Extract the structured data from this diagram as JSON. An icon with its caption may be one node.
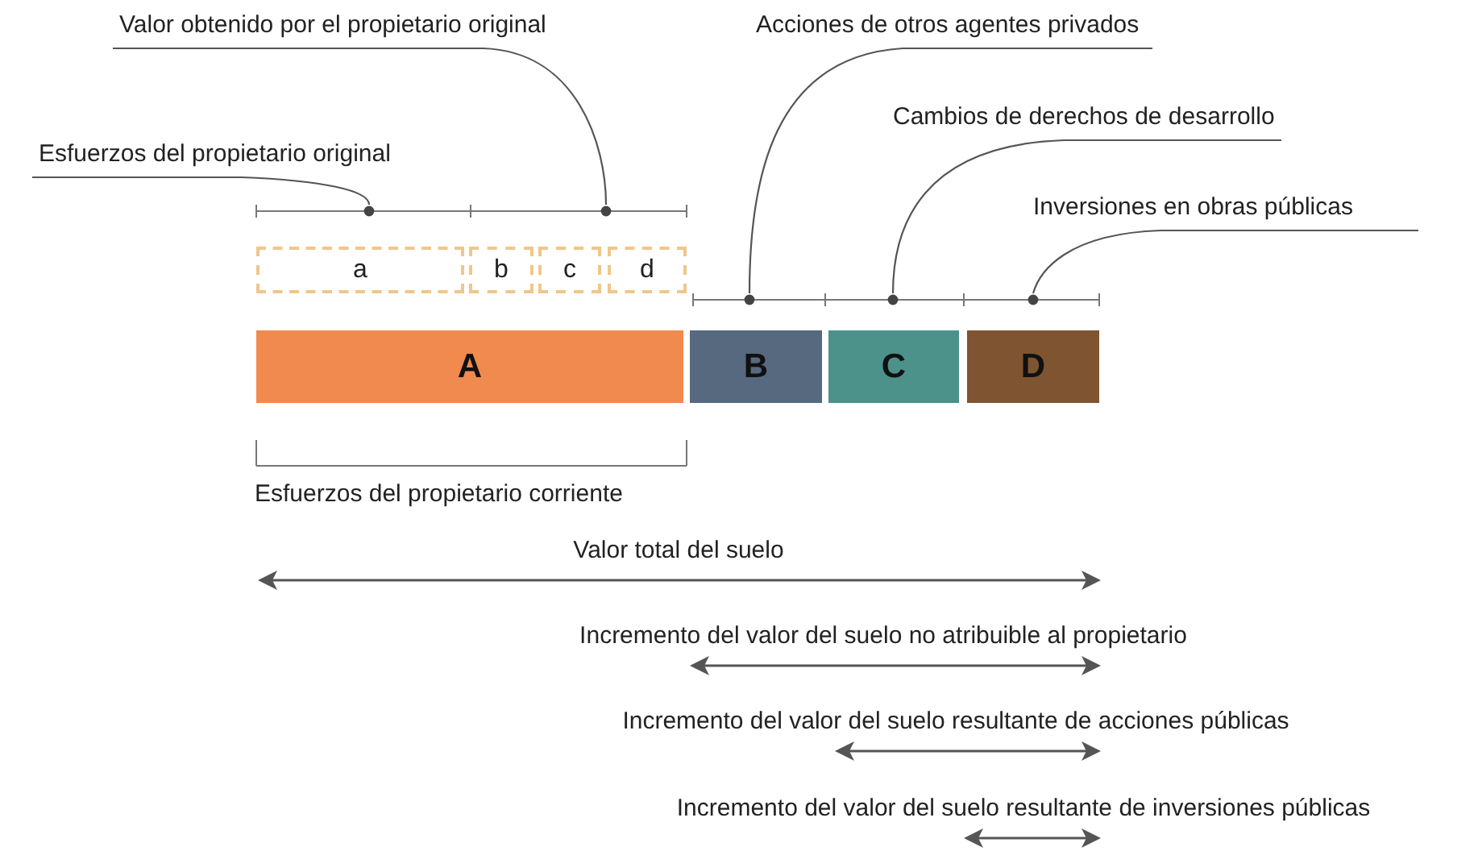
{
  "diagram": {
    "nodes": [
      {
        "text": [
          "Valor obtenido por el propietario original"
        ]
      },
      {
        "text": [
          "Acciones de otros agentes privados"
        ]
      },
      {
        "text": [
          "Cambios de derechos de desarrollo"
        ]
      },
      {
        "text": [
          "Esfuerzos del propietario original"
        ]
      },
      {
        "text": [
          "Inversiones en obras públicas"
        ]
      },
      {
        "text": [
          "a"
        ]
      },
      {
        "text": [
          "b"
        ]
      },
      {
        "text": [
          "c"
        ]
      },
      {
        "text": [
          "d"
        ]
      },
      {
        "text": [
          "A"
        ]
      },
      {
        "text": [
          "B"
        ]
      },
      {
        "text": [
          "C"
        ]
      },
      {
        "text": [
          "D"
        ]
      },
      {
        "text": [],
        "shape": "bar"
      },
      {
        "text": [],
        "shape": "bar"
      }
    ],
    "edges": [
      {
        "from": 0,
        "to": 13,
        "arrow": "none"
      },
      {
        "from": 1,
        "to": 14,
        "arrow": "none"
      },
      {
        "from": 2,
        "to": 14,
        "arrow": "none"
      },
      {
        "from": 3,
        "to": 13,
        "arrow": "none"
      },
      {
        "from": 4,
        "to": 14,
        "arrow": "none"
      }
    ],
    "labels": [
      "Esfuerzos del propietario corriente",
      "Valor total del suelo",
      "Incremento del valor del suelo no atribuible al propietario",
      "Incremento del valor del suelo resultante de acciones públicas",
      "Incremento del valor del suelo resultante de inversiones públicas"
    ]
  }
}
